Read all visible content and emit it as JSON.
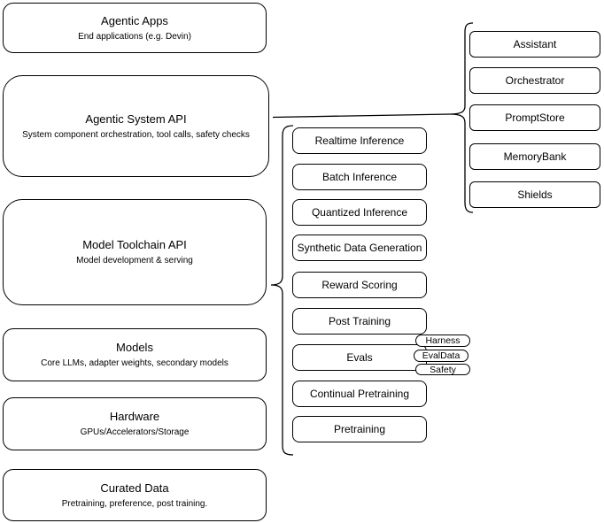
{
  "diagram": {
    "colors": {
      "stroke": "#000000",
      "background": "#ffffff",
      "text": "#000000"
    },
    "left_stack": [
      {
        "title": "Agentic Apps",
        "subtitle": "End applications (e.g. Devin)"
      },
      {
        "title": "Agentic System API",
        "subtitle": "System component orchestration, tool calls, safety checks"
      },
      {
        "title": "Model Toolchain API",
        "subtitle": "Model development & serving"
      },
      {
        "title": "Models",
        "subtitle": "Core LLMs, adapter weights, secondary models"
      },
      {
        "title": "Hardware",
        "subtitle": "GPUs/Accelerators/Storage"
      },
      {
        "title": "Curated Data",
        "subtitle": "Pretraining, preference, post training."
      }
    ],
    "toolchain_services": [
      "Realtime Inference",
      "Batch Inference",
      "Quantized Inference",
      "Synthetic Data Generation",
      "Reward Scoring",
      "Post Training",
      "Evals",
      "Continual Pretraining",
      "Pretraining"
    ],
    "eval_tags": [
      "Harness",
      "EvalData",
      "Safety"
    ],
    "system_components": [
      "Assistant",
      "Orchestrator",
      "PromptStore",
      "MemoryBank",
      "Shields"
    ]
  }
}
